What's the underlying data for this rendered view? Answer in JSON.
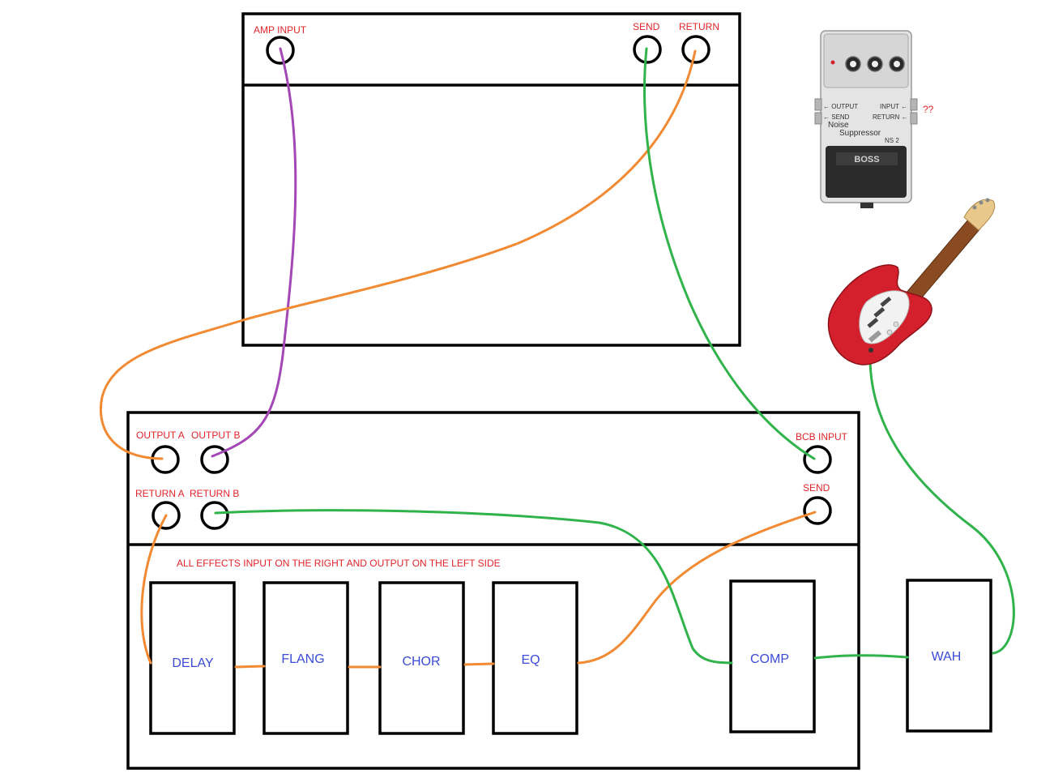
{
  "amp": {
    "labels": {
      "amp_input": "AMP INPUT",
      "send": "SEND",
      "return": "RETURN"
    }
  },
  "switcher": {
    "labels": {
      "output_a": "OUTPUT A",
      "output_b": "OUTPUT B",
      "return_a": "RETURN A",
      "return_b": "RETURN B",
      "bcb_input": "BCB INPUT",
      "send": "SEND"
    },
    "note": "ALL EFFECTS INPUT ON THE RIGHT AND OUTPUT ON THE LEFT SIDE"
  },
  "effects": [
    "DELAY",
    "FLANG",
    "CHOR",
    "EQ",
    "COMP",
    "WAH"
  ],
  "noise_pedal": {
    "output": "OUTPUT",
    "send": "SEND",
    "input": "INPUT",
    "return": "RETURN",
    "name_line1": "Noise",
    "name_line2": "Suppressor",
    "model": "NS 2",
    "brand": "BOSS",
    "question": "??"
  },
  "colors": {
    "label_red": "#e0242a",
    "effect_blue": "#3a4bd6",
    "cable_purple": "#a447b6",
    "cable_orange": "#f28a33",
    "cable_green": "#2fb34a",
    "guitar_red": "#d4202c"
  }
}
